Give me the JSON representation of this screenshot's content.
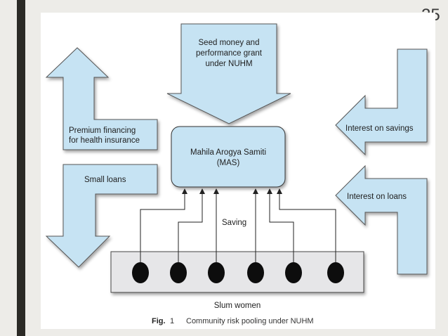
{
  "slide": {
    "number": "25"
  },
  "diagram": {
    "seed_money": [
      "Seed money and",
      "performance grant",
      "under NUHM"
    ],
    "mas": [
      "Mahila Arogya Samiti",
      "(MAS)"
    ],
    "premium": [
      "Premium financing",
      "for health insurance"
    ],
    "small_loans": "Small loans",
    "interest_savings": "Interest on savings",
    "interest_loans": "Interest on loans",
    "saving": "Saving",
    "slum_women": "Slum women",
    "women_count": 6
  },
  "caption": {
    "fig_label": "Fig.",
    "fig_number": "1",
    "text": "Community risk pooling under NUHM"
  },
  "colors": {
    "arrow_fill": "#c6e3f3",
    "arrow_stroke": "#555555",
    "box_fill": "#c6e3f3",
    "strip_fill": "#e6e6e8",
    "dot_fill": "#0d0d0d"
  }
}
